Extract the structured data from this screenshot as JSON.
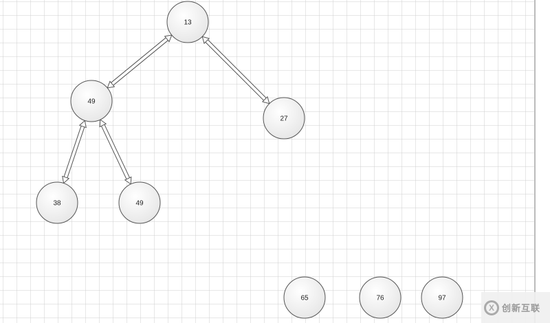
{
  "nodes": [
    {
      "id": "n13",
      "label": "13"
    },
    {
      "id": "n49a",
      "label": "49"
    },
    {
      "id": "n27",
      "label": "27"
    },
    {
      "id": "n38",
      "label": "38"
    },
    {
      "id": "n49b",
      "label": "49"
    },
    {
      "id": "n65",
      "label": "65"
    },
    {
      "id": "n76",
      "label": "76"
    },
    {
      "id": "n97",
      "label": "97"
    }
  ],
  "edges": [
    {
      "from": "n13",
      "to": "n49a"
    },
    {
      "from": "n13",
      "to": "n27"
    },
    {
      "from": "n49a",
      "to": "n38"
    },
    {
      "from": "n49a",
      "to": "n49b"
    }
  ],
  "watermark": {
    "text": "创新互联",
    "logo": "X"
  },
  "colors": {
    "grid": "#d0d0d0",
    "stroke": "#555555",
    "node_fill": "#f4f4f4"
  }
}
